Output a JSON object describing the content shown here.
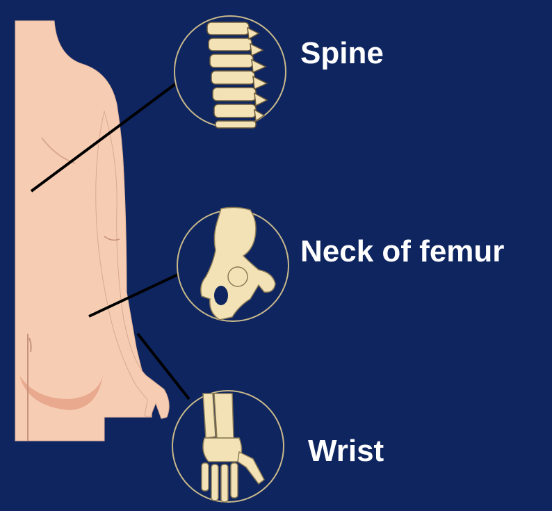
{
  "labels": {
    "spine": "Spine",
    "femur": "Neck of femur",
    "wrist": "Wrist"
  },
  "colors": {
    "background": "#0e2560",
    "skin": "#f6cdb3",
    "skin_shadow": "#e9a98e",
    "bone": "#f3e2b6",
    "bone_outline": "#8a7a55",
    "pointer_line": "#000000",
    "label_text": "#ffffff"
  },
  "icons": {
    "body": "human-back-silhouette",
    "spine": "vertebral-column-icon",
    "femur": "hip-joint-icon",
    "wrist": "hand-skeleton-icon"
  }
}
